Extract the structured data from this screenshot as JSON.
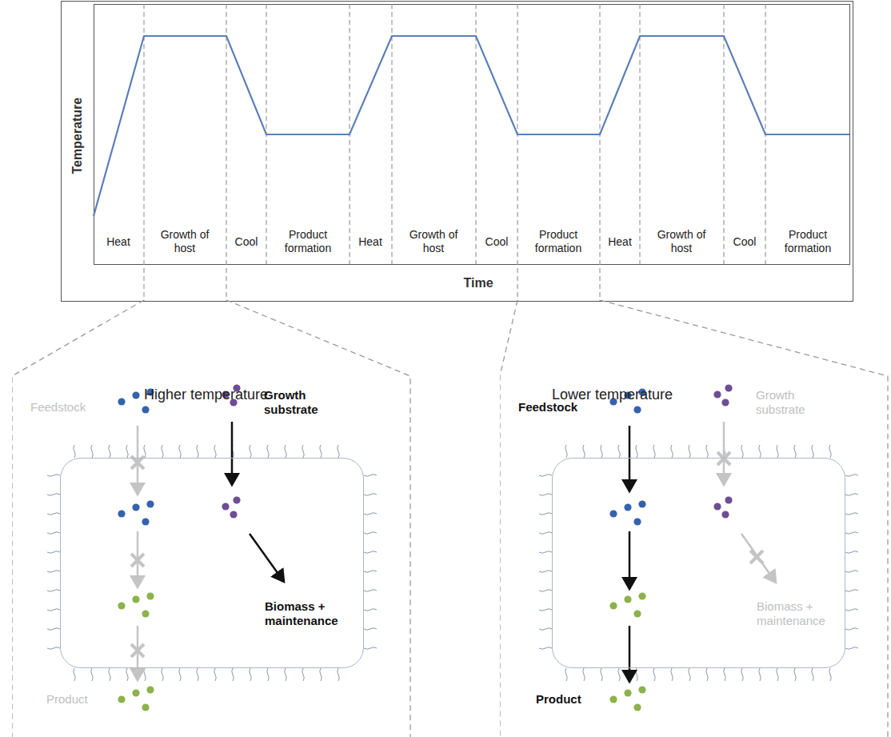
{
  "diagram": {
    "nodes": [
      {
        "text": [
          "Higher temperature",
          "Feedstock",
          "Growth substrate",
          "Product"
        ]
      },
      {
        "text": [
          "Biomass + maintenance"
        ],
        "in": 0
      },
      {
        "text": [
          "Lower temperature",
          "Feedstock",
          "Growth substrate",
          "Product"
        ]
      },
      {
        "text": [
          "Biomass + maintenance"
        ],
        "in": 2
      }
    ],
    "labels": [
      "Temperature",
      "Heat",
      "Growth of host",
      "Cool",
      "Product formation",
      "Heat",
      "Growth of host",
      "Cool",
      "Product formation",
      "Heat",
      "Growth of host",
      "Cool",
      "Product formation",
      "Time"
    ]
  }
}
